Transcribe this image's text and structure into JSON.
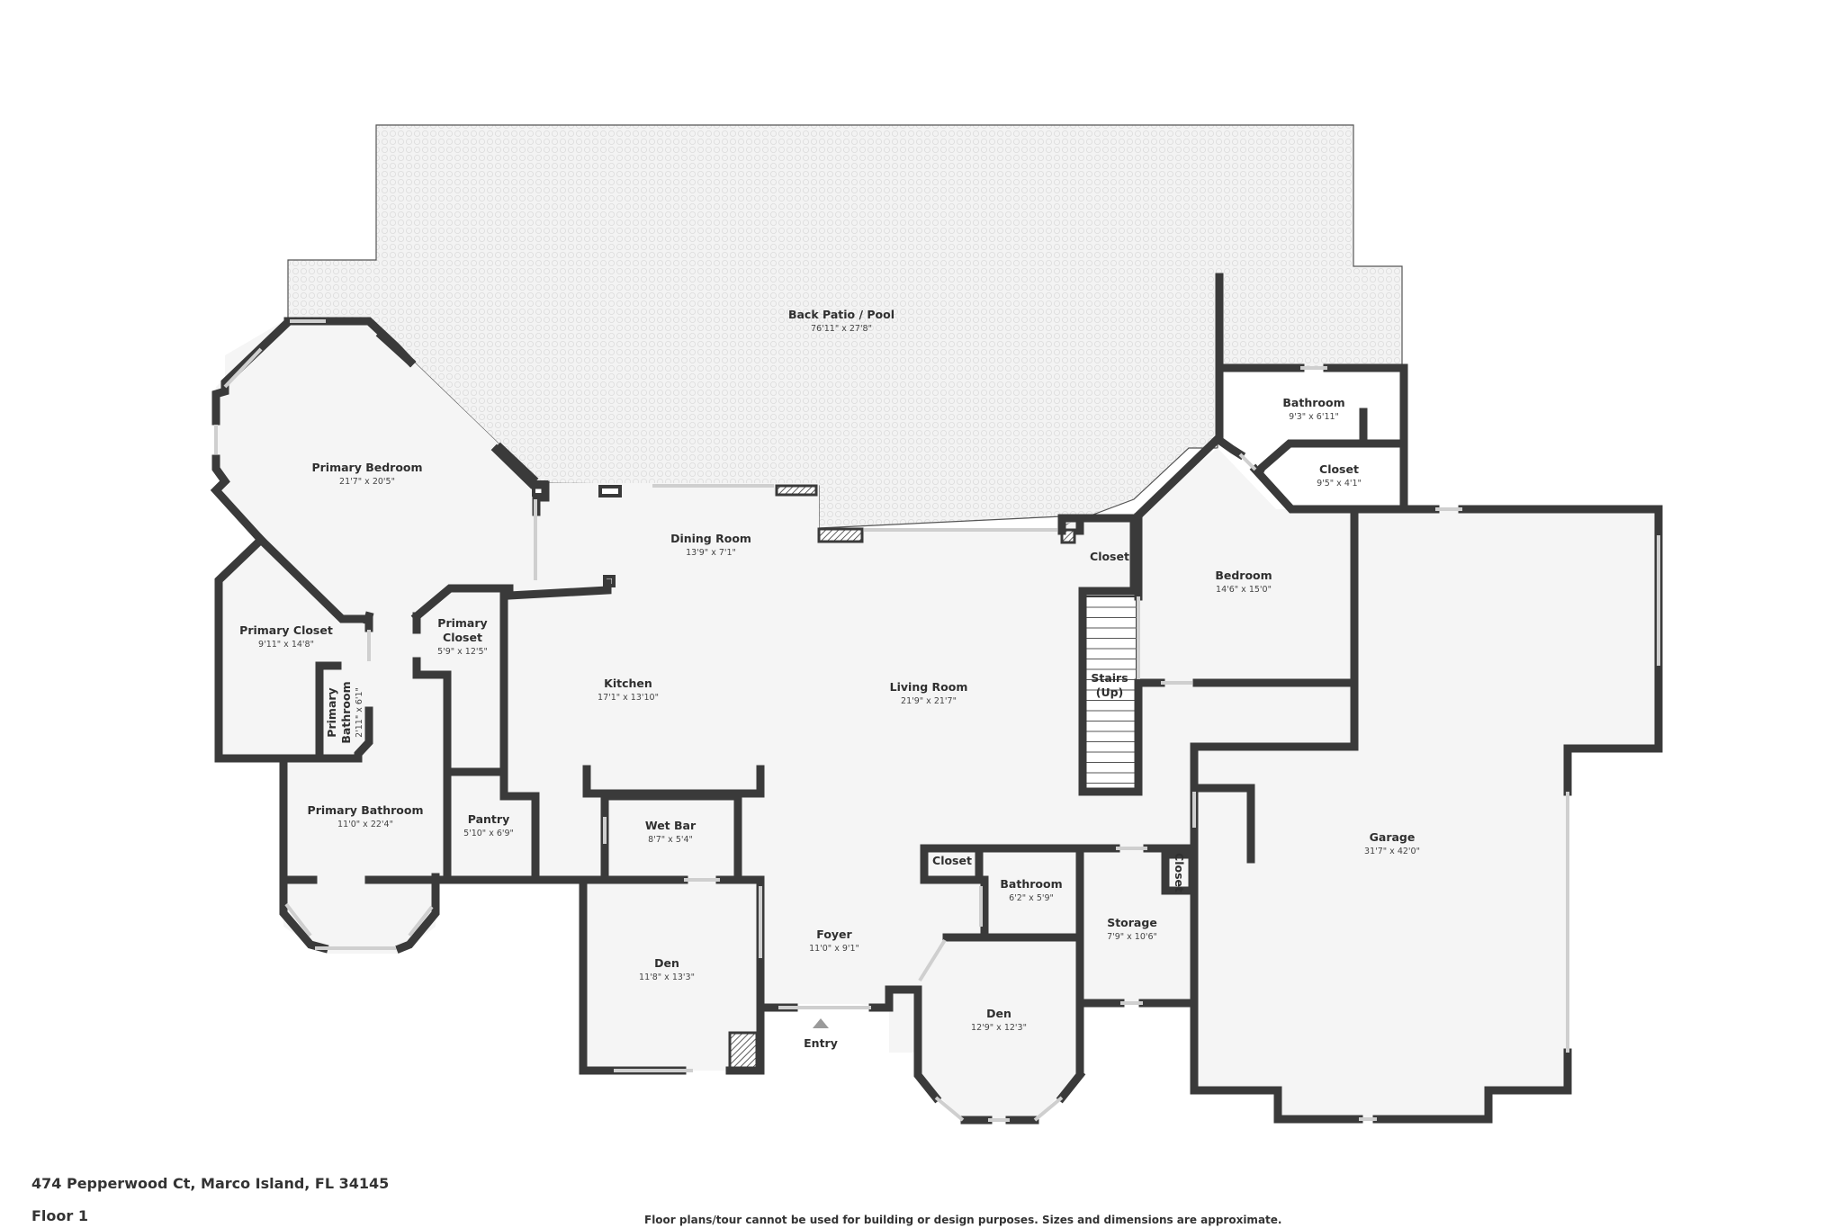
{
  "rooms": {
    "patio": {
      "name": "Back Patio / Pool",
      "dim": "76'11\" x 27'8\""
    },
    "primary_bedroom": {
      "name": "Primary Bedroom",
      "dim": "21'7\" x 20'5\""
    },
    "dining": {
      "name": "Dining Room",
      "dim": "13'9\" x 7'1\""
    },
    "bathroom_top": {
      "name": "Bathroom",
      "dim": "9'3\" x 6'11\""
    },
    "closet_top": {
      "name": "Closet",
      "dim": "9'5\" x 4'1\""
    },
    "bedroom": {
      "name": "Bedroom",
      "dim": "14'6\" x 15'0\""
    },
    "closet_stairs": {
      "name": "Closet"
    },
    "stairs": {
      "name_1": "Stairs",
      "name_2": "(Up)"
    },
    "primary_closet_left": {
      "name": "Primary Closet",
      "dim": "9'11\" x 14'8\""
    },
    "primary_closet_mid": {
      "name_1": "Primary",
      "name_2": "Closet",
      "dim": "5'9\" x 12'5\""
    },
    "primary_bath_small": {
      "name_1": "Primary",
      "name_2": "Bathroom",
      "dim": "2'11\" x 6'1\""
    },
    "kitchen": {
      "name": "Kitchen",
      "dim": "17'1\" x 13'10\""
    },
    "living": {
      "name": "Living Room",
      "dim": "21'9\" x 21'7\""
    },
    "primary_bathroom": {
      "name": "Primary Bathroom",
      "dim": "11'0\" x 22'4\""
    },
    "pantry": {
      "name": "Pantry",
      "dim": "5'10\" x 6'9\""
    },
    "wet_bar": {
      "name": "Wet Bar",
      "dim": "8'7\" x 5'4\""
    },
    "garage": {
      "name": "Garage",
      "dim": "31'7\" x 42'0\""
    },
    "closet_hall": {
      "name": "Closet"
    },
    "bathroom_hall": {
      "name": "Bathroom",
      "dim": "6'2\" x 5'9\""
    },
    "closet_storage": {
      "name": "Closet"
    },
    "storage": {
      "name": "Storage",
      "dim": "7'9\" x 10'6\""
    },
    "foyer": {
      "name": "Foyer",
      "dim": "11'0\" x 9'1\""
    },
    "den_left": {
      "name": "Den",
      "dim": "11'8\" x 13'3\""
    },
    "den_right": {
      "name": "Den",
      "dim": "12'9\" x 12'3\""
    }
  },
  "entry_label": "Entry",
  "footer": {
    "address": "474 Pepperwood Ct, Marco Island, FL 34145",
    "floor": "Floor 1",
    "disclaimer": "Floor plans/tour cannot be used for building or design purposes. Sizes and dimensions are approximate."
  }
}
